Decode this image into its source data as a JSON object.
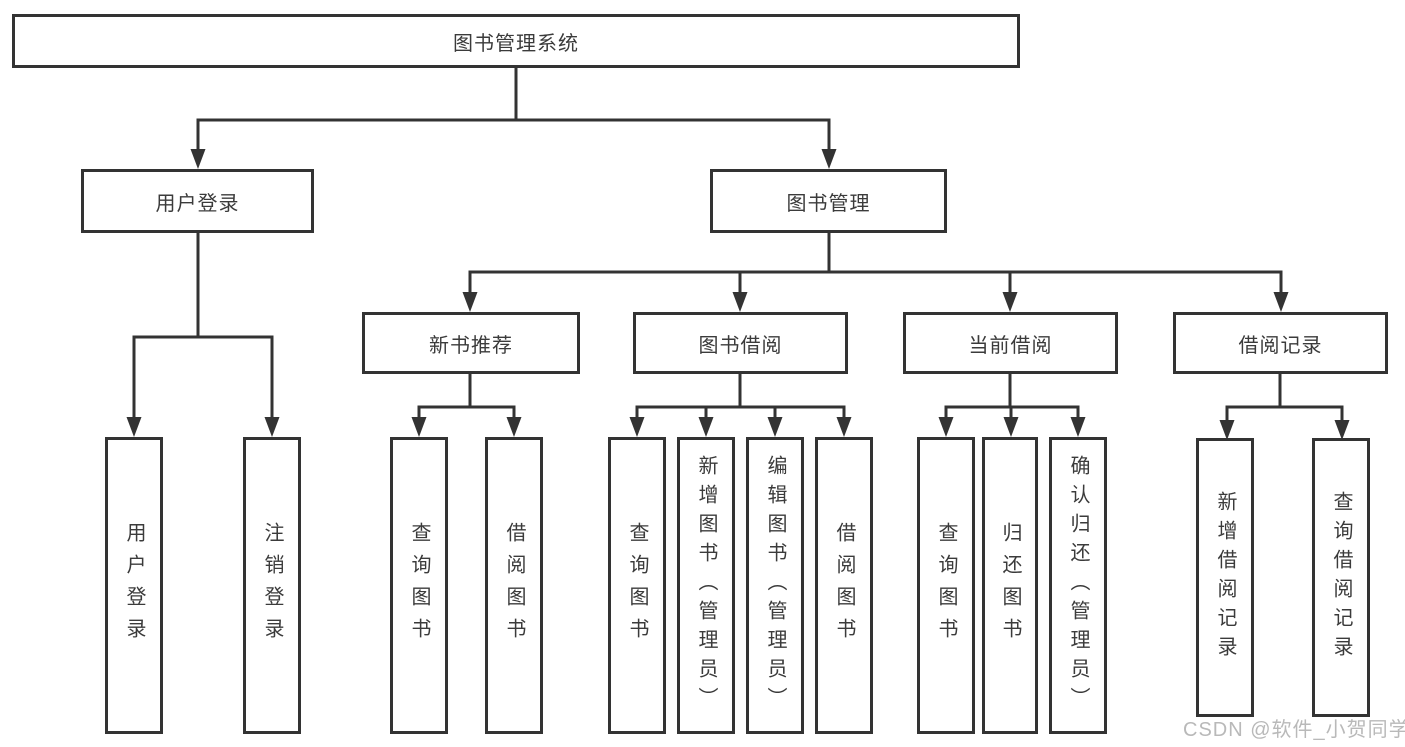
{
  "diagram": {
    "root": {
      "label": "图书管理系统"
    },
    "level1": [
      {
        "label": "用户登录"
      },
      {
        "label": "图书管理"
      }
    ],
    "level2": [
      {
        "label": "新书推荐"
      },
      {
        "label": "图书借阅"
      },
      {
        "label": "当前借阅"
      },
      {
        "label": "借阅记录"
      }
    ],
    "leaves": {
      "user_login": [
        "用户登录",
        "注销登录"
      ],
      "new_book": [
        "查询图书",
        "借阅图书"
      ],
      "book_borrow": [
        "查询图书",
        "新增图书（管理员）",
        "编辑图书（管理员）",
        "借阅图书"
      ],
      "current_borrow": [
        "查询图书",
        "归还图书",
        "确认归还（管理员）"
      ],
      "borrow_record": [
        "新增借阅记录",
        "查询借阅记录"
      ]
    }
  },
  "watermark": {
    "text": "CSDN @软件_小贺同学"
  },
  "colors": {
    "line": "#333333",
    "text": "#3b3b3b",
    "watermark": "#b9b9b9",
    "background": "#ffffff"
  }
}
